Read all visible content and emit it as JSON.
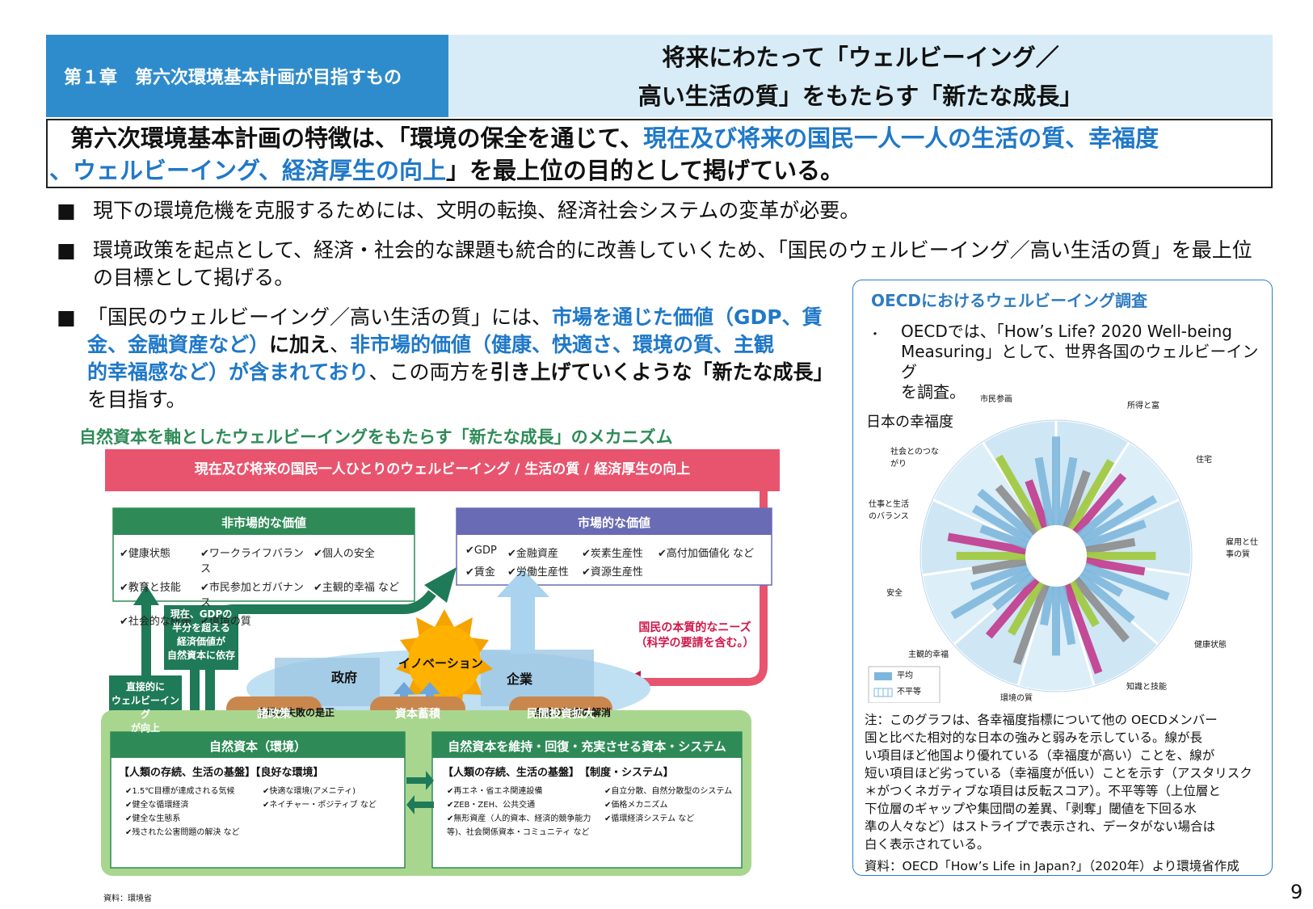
{
  "header": {
    "chapter": "第１章　第六次環境基本計画が目指すもの",
    "title_line1": "将来にわたって「ウェルビーイング／",
    "title_line2": "高い生活の質」をもたらす「新たな成長」"
  },
  "lead": {
    "p1": "第六次環境基本計画の特徴は、「環境の保全を通じて、",
    "p2": "現在及び将来の国民一人一人の生活の質、幸福度",
    "p3": "、ウェルビーイング、経済厚生の向上",
    "p4": "」を最上位の目的として掲げている。"
  },
  "bullets": {
    "marker": "■",
    "b1": "現下の環境危機を克服するためには、文明の転換、経済社会システムの変革が必要。",
    "b2_l1": "環境政策を起点として、経済・社会的な課題も統合的に改善していくため、「国民のウェルビーイング／高い生活の質」を最上位",
    "b2_l2": "の目標として掲げる。",
    "b3_a": "「国民のウェルビーイング／高い生活の質」には、",
    "b3_b": "市場を通じた価値（GDP、賃",
    "b3_c": "金、金融資産など）",
    "b3_d": "に加え",
    "b3_e": "、",
    "b3_f": "非市場的価値（健康、快適さ、環境の質、主観",
    "b3_g": "的幸福感など）が含まれており",
    "b3_h": "、この両方を",
    "b3_i": "引き上げていくような「新たな成長」",
    "b3_j": "を目指す。"
  },
  "mechanism": {
    "title": "自然資本を軸としたウェルビーイングをもたらす「新たな成長」のメカニズム",
    "top_banner": "現在及び将来の国民一人ひとりのウェルビーイング / 生活の質 / 経済厚生の向上",
    "nonmarket_title": "非市場的な価値",
    "nonmarket_items": [
      "✔健康状態",
      "✔ワークライフバランス",
      "✔個人の安全",
      "✔教育と技能",
      "✔市民参加とガバナンス",
      "✔主観的幸福 など",
      "✔社会的な紐帯",
      "✔環境の質"
    ],
    "market_title": "市場的な価値",
    "market_items": [
      "✔GDP",
      "✔金融資産",
      "✔炭素生産性",
      "✔高付加価値化 など",
      "✔賃金",
      "✔労働生産性",
      "✔資源生産性"
    ],
    "gdp_note": [
      "現在、GDPの",
      "半分を超える",
      "経済価値が",
      "自然資本に依存"
    ],
    "direct_note": [
      "直接的に",
      "ウェルビーイング",
      "が向上"
    ],
    "needs": [
      "国民の本質的なニーズ",
      "（科学の要請を含む。）"
    ],
    "gov": "政府",
    "innovation": "イノベーション",
    "biz": "企業",
    "market_failure": "市場の失敗の是正",
    "composition": "合成の誤謬の解消",
    "policy_btn": "諸政策",
    "capital_btn": "資本蓄積",
    "invest_btn": "民間投資拡大",
    "natcap_title": "自然資本（環境）",
    "natcap_sub": "【人類の存続、生活の基盤】【良好な環境】",
    "natcap_items": [
      "✔1.5℃目標が達成される気候",
      "✔快適な環境(アメニティ)",
      "✔健全な循環経済",
      "✔ネイチャー・ポジティブ など",
      "✔健全な生態系",
      "✔残された公害問題の解決 など"
    ],
    "system_title": "自然資本を維持・回復・充実させる資本・システム",
    "system_sub": "【人類の存続、生活の基盤】　【制度・システム】",
    "system_items": [
      "✔再エネ・省エネ関連設備",
      "✔自立分散、自然分散型のシステム",
      "✔ZEB・ZEH、公共交通",
      "✔価格メカニズム",
      "✔無形資産（人的資本、経済的競争能力",
      "✔循環経済システム など",
      "等)、社会関係資本・コミュニティ など"
    ],
    "source": "資料：環境省"
  },
  "oecd": {
    "title": "OECDにおけるウェルビーイング調査",
    "dot": "・",
    "desc_l1": "OECDでは、「How’s Life? 2020 Well-being",
    "desc_l2": "Measuring」として、世界各国のウェルビーイング",
    "desc_l3": "を調査。",
    "chart_title": "日本の幸福度",
    "legend_avg": "平均",
    "legend_ineq": "不平等",
    "note": [
      "注：このグラフは、各幸福度指標について他の OECDメンバー",
      "国と比べた相対的な日本の強みと弱みを示している。線が長",
      "い項目ほど他国より優れている（幸福度が高い）ことを、線が",
      "短い項目ほど劣っている（幸福度が低い）ことを示す（アスタリスク",
      "＊がつくネガティブな項目は反転スコア）。不平等等（上位層と",
      "下位層のギャップや集団間の差異、「剥奪」閾値を下回る水",
      "準の人々など）はストライプで表示され、データがない場合は",
      "白く表示されている。"
    ],
    "source": "資料：OECD「How’s Life in Japan?」（2020年）より環境省作成",
    "dimensions": [
      "所得と富",
      "住宅",
      "雇用と仕事の質",
      "健康状態",
      "知識と技能",
      "環境の質",
      "主観的幸福",
      "安全",
      "仕事と生活のバランス",
      "社会とのつながり",
      "市民参画"
    ]
  },
  "page_number": "9",
  "colors": {
    "header_blue": "#2f8ccc",
    "header_light": "#d7ecf7",
    "accent_blue": "#1f78c8",
    "green": "#2e8b57",
    "pink": "#e8546e",
    "purple": "#6a6bb5",
    "orange": "#c9874d"
  }
}
